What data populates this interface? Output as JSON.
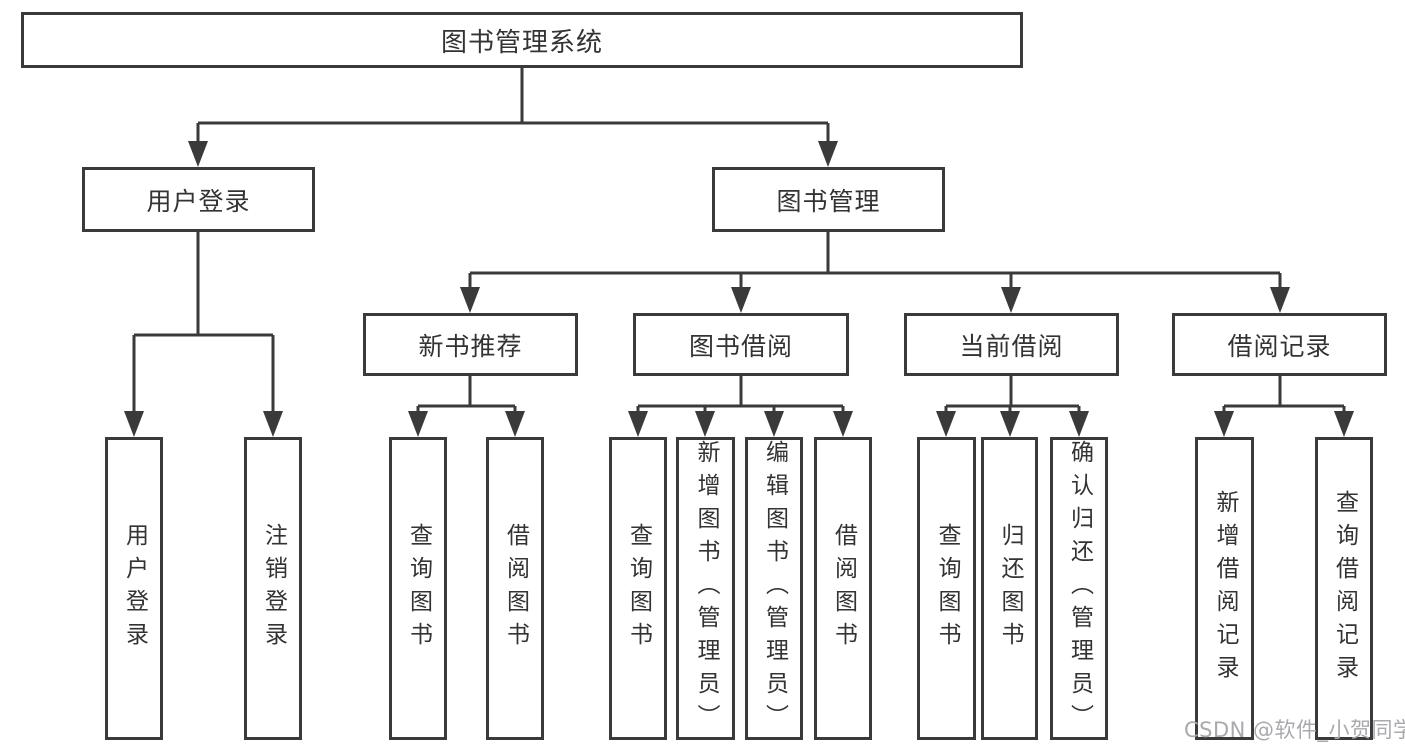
{
  "diagram": {
    "root": {
      "label": "图书管理系统"
    },
    "branches": [
      {
        "label": "用户登录",
        "leaves": [
          {
            "label": "用户登录"
          },
          {
            "label": "注销登录"
          }
        ]
      },
      {
        "label": "图书管理",
        "groups": [
          {
            "label": "新书推荐",
            "leaves": [
              {
                "label": "查询图书"
              },
              {
                "label": "借阅图书"
              }
            ]
          },
          {
            "label": "图书借阅",
            "leaves": [
              {
                "label": "查询图书"
              },
              {
                "label": "新增图书（管理员）"
              },
              {
                "label": "编辑图书（管理员）"
              },
              {
                "label": "借阅图书"
              }
            ]
          },
          {
            "label": "当前借阅",
            "leaves": [
              {
                "label": "查询图书"
              },
              {
                "label": "归还图书"
              },
              {
                "label": "确认归还（管理员）"
              }
            ]
          },
          {
            "label": "借阅记录",
            "leaves": [
              {
                "label": "新增借阅记录"
              },
              {
                "label": "查询借阅记录"
              }
            ]
          }
        ]
      }
    ]
  },
  "watermark": {
    "text": "CSDN @软件_小贺同学"
  },
  "colors": {
    "line": "#3a3a3a",
    "text": "#333333",
    "box_background": "#ffffff",
    "watermark": "#aaaaae",
    "background": "#ffffff"
  }
}
